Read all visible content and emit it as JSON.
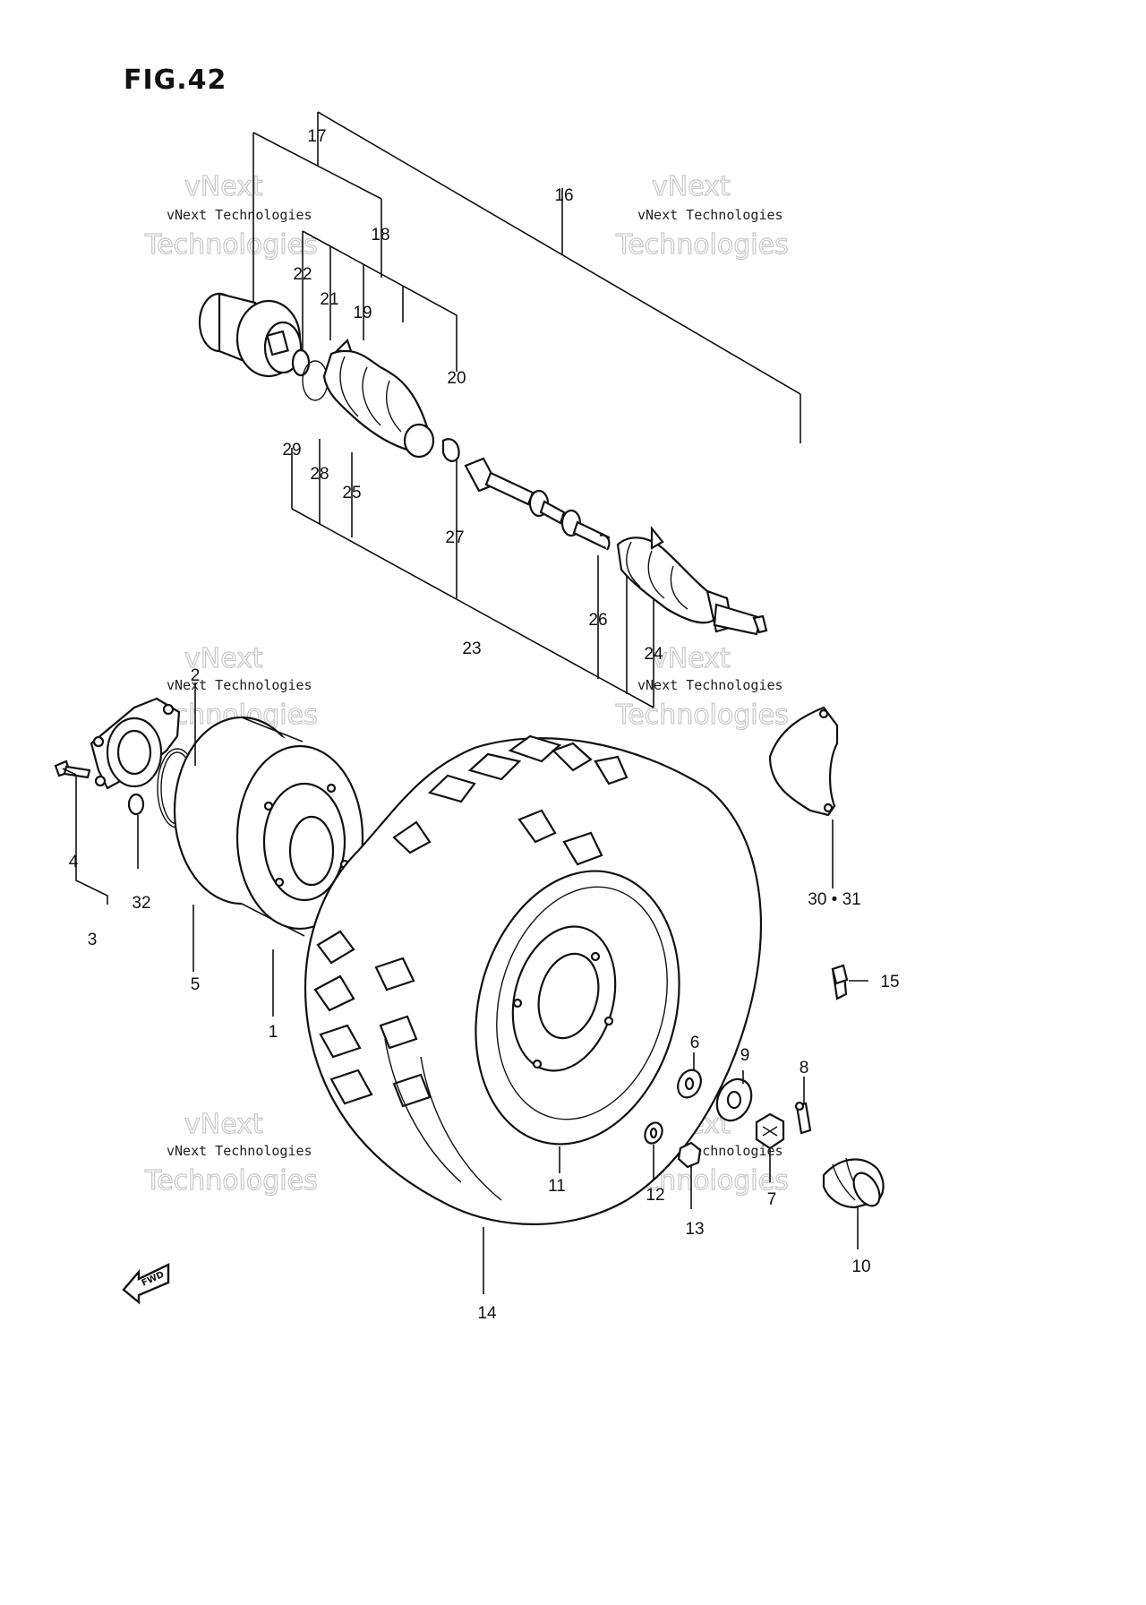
{
  "figure": {
    "title": "FIG.42",
    "fwd_label": "FWD"
  },
  "watermark": {
    "line1": "vNext Technologies",
    "line2": "Technologies",
    "line3": "vNext"
  },
  "callouts": [
    "17",
    "16",
    "18",
    "22",
    "21",
    "19",
    "20",
    "29",
    "28",
    "25",
    "27",
    "23",
    "26",
    "24",
    "2",
    "4",
    "32",
    "3",
    "5",
    "1",
    "30 • 31",
    "15",
    "6",
    "9",
    "8",
    "11",
    "12",
    "13",
    "7",
    "10",
    "14"
  ]
}
